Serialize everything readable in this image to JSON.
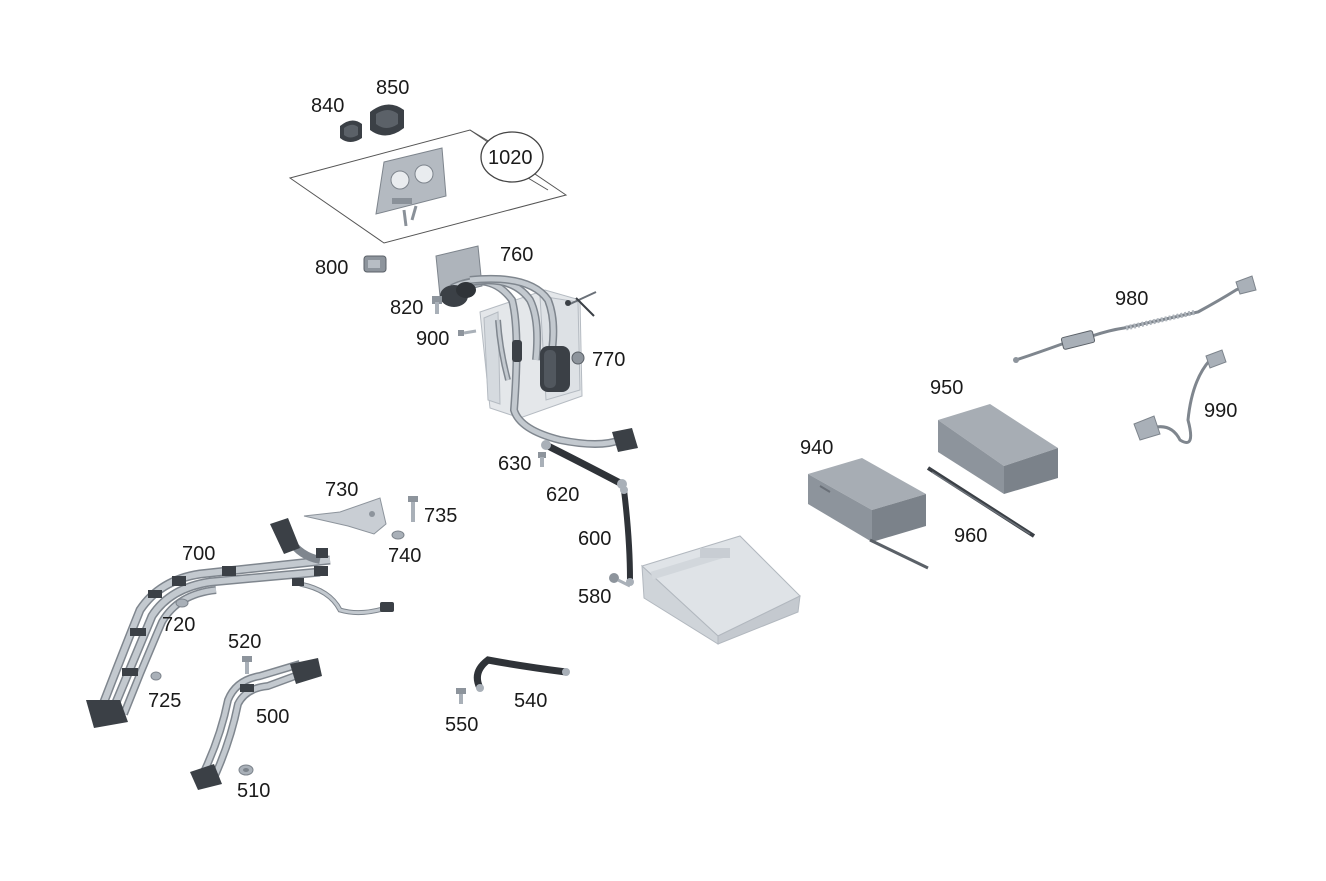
{
  "diagram": {
    "callouts": {
      "c840": "840",
      "c850": "850",
      "c1020": "1020",
      "c800": "800",
      "c760": "760",
      "c820": "820",
      "c900": "900",
      "c770": "770",
      "c630": "630",
      "c620": "620",
      "c600": "600",
      "c580": "580",
      "c730": "730",
      "c735": "735",
      "c740": "740",
      "c700": "700",
      "c720": "720",
      "c725": "725",
      "c520": "520",
      "c500": "500",
      "c510": "510",
      "c550": "550",
      "c540": "540",
      "c940": "940",
      "c950": "950",
      "c960": "960",
      "c980": "980",
      "c990": "990"
    },
    "colors": {
      "part_light": "#c9ced4",
      "part_mid": "#a9b0b8",
      "part_dark": "#3b4046",
      "housing_light": "#e4e7ea",
      "housing_mid": "#cfd4d9",
      "box_top": "#a7adb4",
      "box_front": "#8d949c",
      "box_side": "#7b828a",
      "cable": "#b9bfc6",
      "cable_outline": "#7f868e",
      "line": "#555555"
    }
  }
}
